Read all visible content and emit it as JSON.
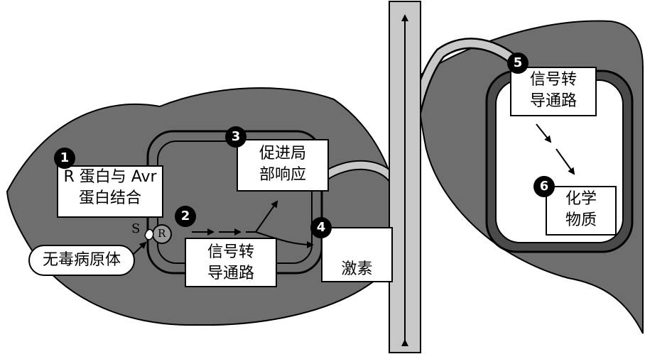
{
  "labels": {
    "step1": "R 蛋白与 Avr\n蛋白结合",
    "step2": "信号转\n导通路",
    "step3": "促进局\n部响应",
    "step4": "激素",
    "step5": "信号转\n导通路",
    "step6": "化学\n物质",
    "pathogen": "无毒病原体",
    "s_marker": "S",
    "r_marker": "R"
  },
  "badges": {
    "b1": "1",
    "b2": "2",
    "b3": "3",
    "b4": "4",
    "b5": "5",
    "b6": "6"
  },
  "colors": {
    "leaf": "#6e6e6e",
    "vein": "#c8c8c8",
    "outline": "#000000",
    "panel": "#ffffff"
  }
}
